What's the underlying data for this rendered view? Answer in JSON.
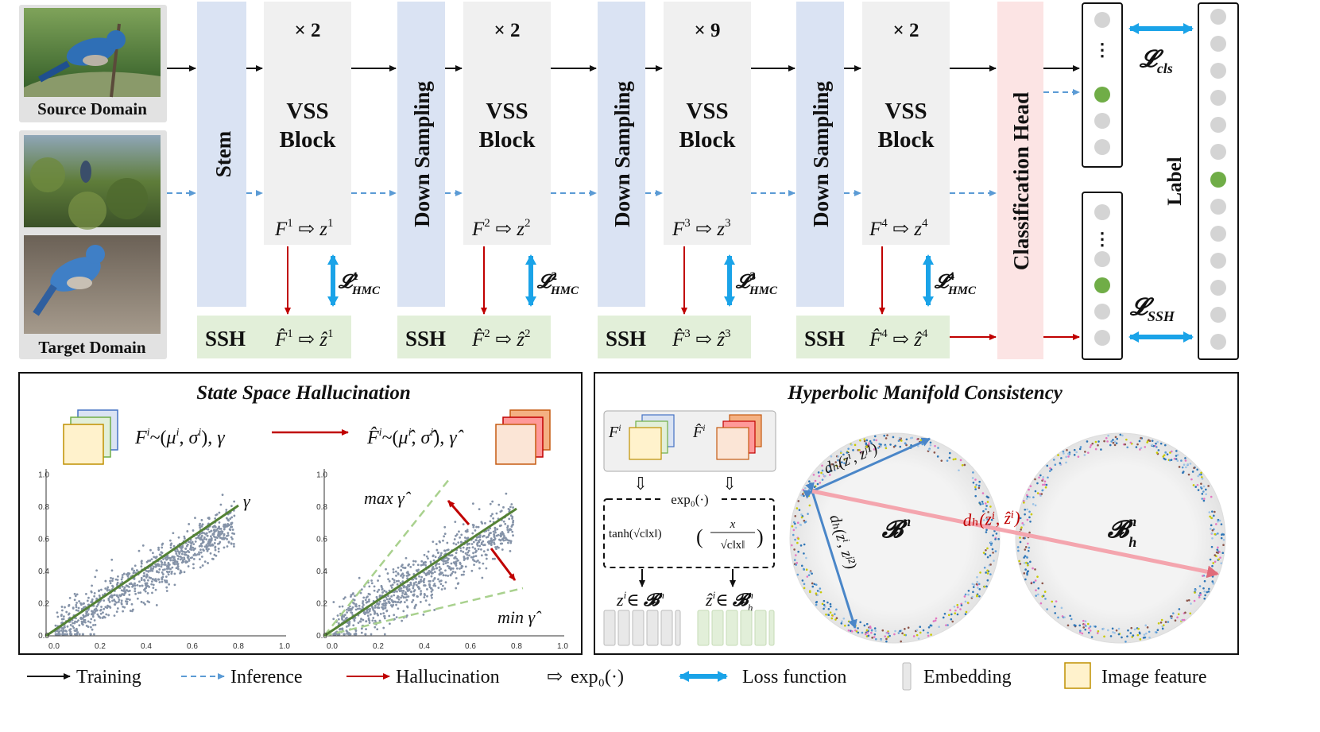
{
  "images": {
    "source_label": "Source Domain",
    "target_label": "Target Domain"
  },
  "pipeline": {
    "stem": "Stem",
    "downsampling": "Down Sampling",
    "classification_head": "Classification Head",
    "label": "Label",
    "ssh": "SSH",
    "stages": [
      {
        "repeat": "× 2",
        "title1": "VSS",
        "title2": "Block",
        "idx": "1",
        "loss_sup": "1",
        "loss_sub": "HMC"
      },
      {
        "repeat": "× 2",
        "title1": "VSS",
        "title2": "Block",
        "idx": "2",
        "loss_sup": "2",
        "loss_sub": "HMC"
      },
      {
        "repeat": "× 9",
        "title1": "VSS",
        "title2": "Block",
        "idx": "3",
        "loss_sup": "3",
        "loss_sub": "HMC"
      },
      {
        "repeat": "× 2",
        "title1": "VSS",
        "title2": "Block",
        "idx": "4",
        "loss_sup": "4",
        "loss_sub": "HMC"
      }
    ],
    "loss_cls_sub": "cls",
    "loss_ssh_sub": "SSH",
    "ellipsis": "⋮"
  },
  "ssh_panel": {
    "title": "State Space Hallucination",
    "formula_left": "F",
    "formula_right": "F̂",
    "gamma": "γ",
    "max_label": "max γ̂",
    "min_label": "min γ̂",
    "xticks": [
      "0.0",
      "0.2",
      "0.4",
      "0.6",
      "0.8",
      "1.0"
    ],
    "yticks": [
      "0.0",
      "0.2",
      "0.4",
      "0.6",
      "0.8",
      "1.0"
    ]
  },
  "hmc_panel": {
    "title": "Hyperbolic Manifold Consistency",
    "feat_left": "F",
    "feat_right": "F̂",
    "exp_label": "exp₀(·)",
    "tanh_label": "tanh(√c‖x‖)",
    "frac_num": "x",
    "frac_den": "√c‖x‖",
    "z_label": "z",
    "zhat_label": "ẑ",
    "ball": "𝓑",
    "ball_h": "𝓑",
    "sup_n": "n",
    "sub_h": "h",
    "dist_j1": "dₕ(zⁱ, zʲ¹)",
    "dist_j2": "dₕ(zⁱ, zʲ²)",
    "dist_hat": "dₕ(zⁱ, ẑⁱ)"
  },
  "legend": {
    "training": "Training",
    "inference": "Inference",
    "hallucination": "Hallucination",
    "exp": "exp₀(·)",
    "loss": "Loss function",
    "embedding": "Embedding",
    "image_feature": "Image feature"
  },
  "colors": {
    "blue_block": "#dae3f3",
    "gray_block": "#f0f0f0",
    "green_block": "#e2efd9",
    "pink_block": "#fce4e4",
    "blue_loss": "#1aa3e8",
    "red_arrow": "#c00000",
    "inference": "#5b9bd5",
    "line_green": "#548235"
  }
}
